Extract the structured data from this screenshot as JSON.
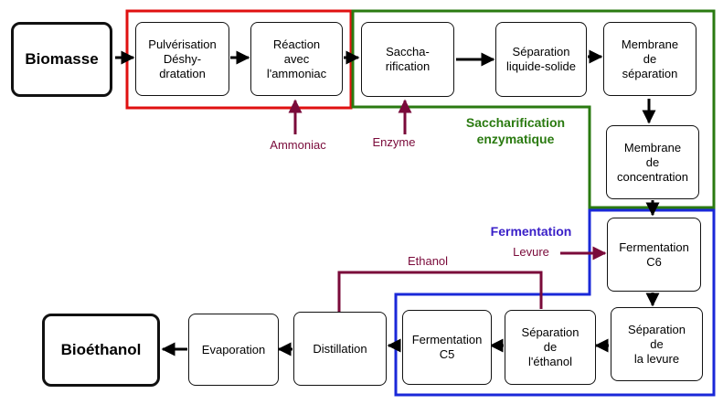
{
  "colors": {
    "stage1": "#e01010",
    "stage2": "#2a7a10",
    "stage3": "#1a28d8",
    "input": "#7a0a3a",
    "flow": "#000000"
  },
  "nodes": {
    "biomasse": "Biomasse",
    "pulverisation": "Pulvérisation\nDéshy-\ndratation",
    "reaction": "Réaction\navec\nl'ammoniac",
    "saccharification": "Saccha-\nrification",
    "separation_ls": "Séparation\nliquide-solide",
    "membrane_sep": "Membrane\nde\nséparation",
    "membrane_conc": "Membrane\nde\nconcentration",
    "fermentation_c6": "Fermentation\nC6",
    "separation_levure": "Séparation\nde\nla levure",
    "separation_ethanol": "Séparation\nde\nl'éthanol",
    "fermentation_c5": "Fermentation\nC5",
    "distillation": "Distillation",
    "evaporation": "Evaporation",
    "bioethanol": "Bioéthanol"
  },
  "inputs": {
    "ammoniac": "Ammoniac",
    "enzyme": "Enzyme",
    "levure": "Levure",
    "ethanol": "Ethanol"
  },
  "groups": {
    "saccharification": "Saccharification\nenzymatique",
    "fermentation": "Fermentation"
  }
}
